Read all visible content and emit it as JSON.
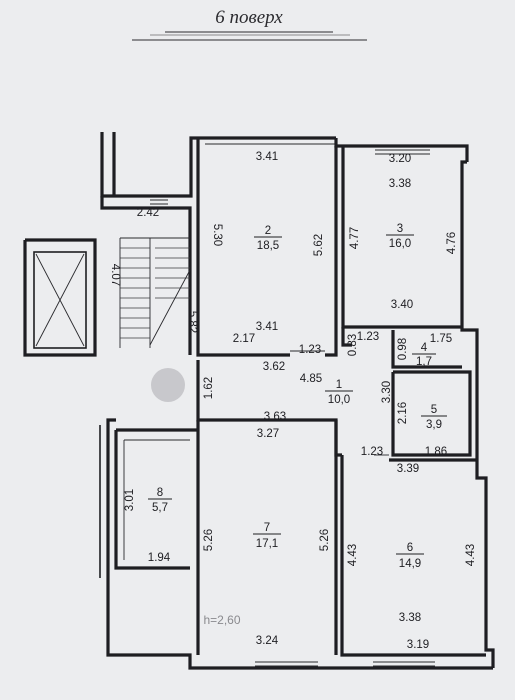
{
  "title": "6 поверх",
  "ceiling_height": "h=2,60",
  "rooms": [
    {
      "number": "1",
      "area": "10,0"
    },
    {
      "number": "2",
      "area": "18,5"
    },
    {
      "number": "3",
      "area": "16,0"
    },
    {
      "number": "4",
      "area": "1,7"
    },
    {
      "number": "5",
      "area": "3,9"
    },
    {
      "number": "6",
      "area": "14,9"
    },
    {
      "number": "7",
      "area": "17,1"
    },
    {
      "number": "8",
      "area": "5,7"
    }
  ],
  "dims": {
    "r2_top": "3.41",
    "r2_left": "5.30",
    "r2_right": "5.62",
    "r2_bottom": "3.41",
    "r2_bottom_left": "2.17",
    "r2_bottom_right": "1.23",
    "r3_top_outer": "3.20",
    "r3_top": "3.38",
    "r3_left": "4.77",
    "r3_right": "4.76",
    "r3_bottom": "3.40",
    "r4_top_left": "1.23",
    "r4_left": "0.83",
    "r4_top": "1.75",
    "r4_side": "0.98",
    "r1_top": "3.62",
    "r1_mid": "4.85",
    "r1_left": "1.62",
    "r1_bottom": "3.63",
    "r1_right": "3.30",
    "stair_top": "2.42",
    "stair_left": "4.07",
    "stair_right": "5.82",
    "r5_left": "2.16",
    "r5_bottom": "1.86",
    "r7_top": "3.27",
    "r7_left": "5.26",
    "r7_right": "5.26",
    "r7_bottom": "3.24",
    "r8_left": "3.01",
    "r8_bottom": "1.94",
    "r6_top_left": "1.23",
    "r6_top": "3.39",
    "r6_left": "4.43",
    "r6_right": "4.43",
    "r6_bottom_in": "3.38",
    "r6_bottom": "3.19"
  },
  "colors": {
    "background": "#ecedef",
    "wall": "#1e1e22",
    "marker": "#c8c8cc"
  }
}
